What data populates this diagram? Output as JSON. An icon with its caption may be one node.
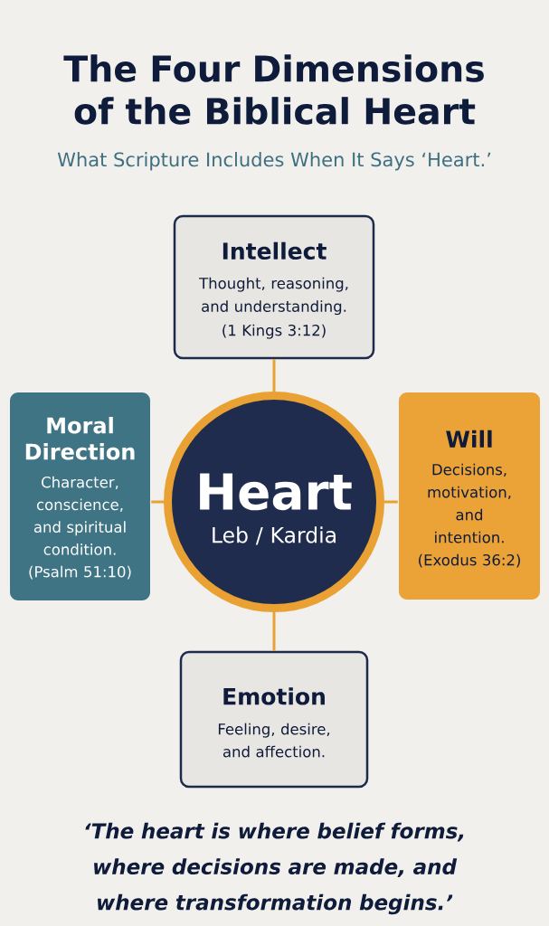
{
  "diagram": {
    "title": "The Four Dimensions of the Biblical Heart",
    "caption": "‘The heart is where belief forms, where decisions are made, and where transformation begins.’",
    "nodes": [
      {
        "text": [
          "Intellect",
          "Thought, reasoning, and understanding.",
          "(1 Kings 3:12)"
        ]
      },
      {
        "text": [
          "Moral Direction",
          "Character, conscience, and spiritual condition.",
          "(Psalm 51:10)"
        ]
      },
      {
        "text": [
          "Heart",
          "Leb / Kardia"
        ]
      },
      {
        "text": [
          "Will",
          "Decisions, motivation, and intention.",
          "(Exodus 36:2)"
        ]
      },
      {
        "text": [
          "Emotion",
          "Feeling, desire, and affection."
        ]
      }
    ],
    "edges": [
      {
        "from": 2,
        "to": 0,
        "arrow": "none"
      },
      {
        "from": 2,
        "to": 1,
        "arrow": "none"
      },
      {
        "from": 2,
        "to": 3,
        "arrow": "none"
      },
      {
        "from": 2,
        "to": 4,
        "arrow": "none"
      }
    ],
    "labels": [
      "What Scripture Includes When It Says ‘Heart.’"
    ]
  }
}
